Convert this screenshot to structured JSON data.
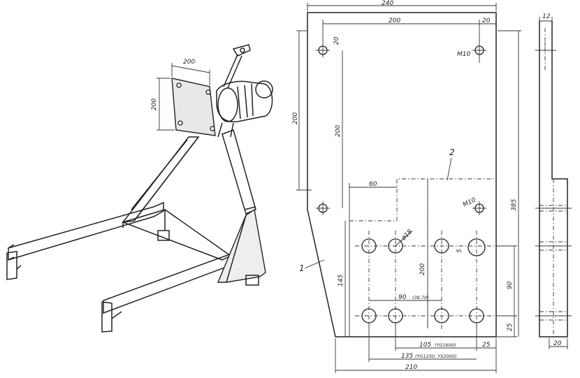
{
  "stand": {
    "dim_plate_width": "200",
    "dim_plate_height": "200"
  },
  "plate_drawing": {
    "dim_total_width": "240",
    "dim_top_200": "200",
    "dim_top_20": "20",
    "dim_left_200": "200",
    "dim_inner_200": "200",
    "dim_20_small": "20",
    "dim_60": "60",
    "dim_385": "385",
    "dim_145": "145",
    "dim_200_holes": "200",
    "dim_90_vertical": "90",
    "dim_25_vertical": "25",
    "dim_90_horizontal": "90",
    "dim_90_alt": "(38.70)",
    "dim_105": "105",
    "dim_105_note": "(YG1600)",
    "dim_25_horizontal": "25",
    "dim_135": "135",
    "dim_135_note": "(YG1250, YS2000)",
    "dim_210": "210",
    "thread_m10_top": "M10",
    "thread_m10_right": "M10",
    "hole_dia": "ø18",
    "dim_5": "5",
    "part_label_1": "1",
    "part_label_2": "2"
  },
  "side_view": {
    "dim_12": "12",
    "dim_20": "20"
  }
}
